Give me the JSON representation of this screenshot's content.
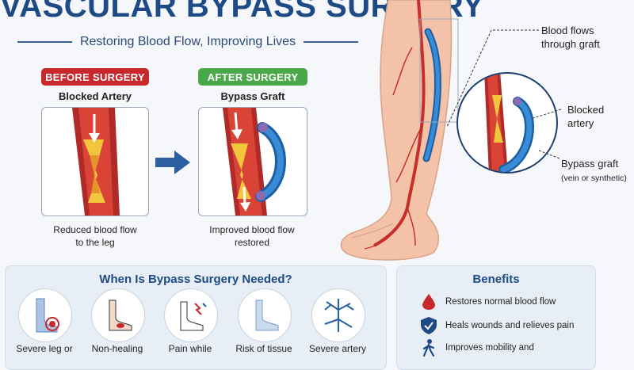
{
  "header": {
    "title": "VASCULAR BYPASS SURGERY",
    "subtitle": "Restoring Blood Flow, Improving Lives"
  },
  "before": {
    "badge": "BEFORE SURGERY",
    "heading": "Blocked Artery",
    "caption_l1": "Reduced blood flow",
    "caption_l2": "to the leg"
  },
  "after": {
    "badge": "AFTER SURGERY",
    "heading": "Bypass Graft",
    "caption_l1": "Improved blood flow",
    "caption_l2": "restored"
  },
  "callouts": {
    "flow_l1": "Blood flows",
    "flow_l2": "through graft",
    "blocked_l1": "Blocked",
    "blocked_l2": "artery",
    "graft_l1": "Bypass graft",
    "graft_l2": "(vein or synthetic)"
  },
  "needed": {
    "title": "When Is Bypass Surgery Needed?",
    "items": [
      {
        "label": "Severe leg or",
        "icon": "leg-pain-icon"
      },
      {
        "label": "Non-healing",
        "icon": "foot-wound-icon"
      },
      {
        "label": "Pain while",
        "icon": "foot-pain-icon"
      },
      {
        "label": "Risk of tissue",
        "icon": "foot-tissue-icon"
      },
      {
        "label": "Severe artery",
        "icon": "artery-branch-icon"
      }
    ]
  },
  "benefits": {
    "title": "Benefits",
    "items": [
      {
        "label": "Restores normal blood flow",
        "icon": "blood-drop-icon"
      },
      {
        "label": "Heals wounds and relieves pain",
        "icon": "shield-check-icon"
      },
      {
        "label": "Improves mobility and",
        "icon": "walking-person-icon"
      }
    ]
  },
  "colors": {
    "navy": "#1e4a86",
    "red": "#c8282c",
    "green": "#4ba84a",
    "artery": "#c62f2c",
    "graft": "#2f79c4",
    "plaque": "#f2c53d"
  }
}
